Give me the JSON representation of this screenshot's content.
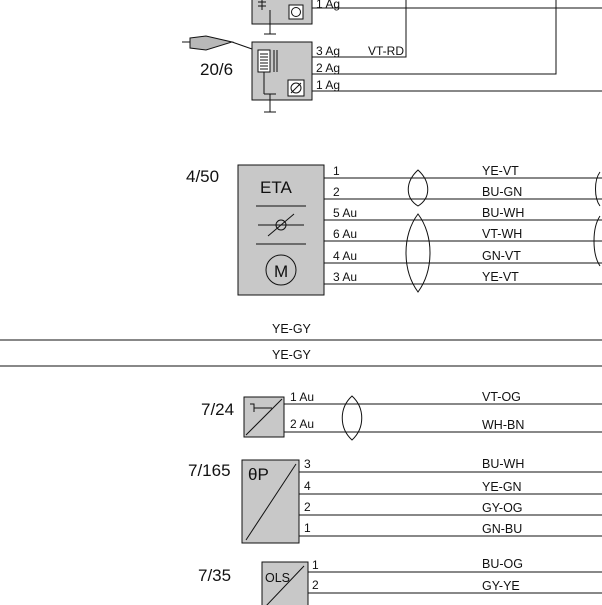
{
  "relay": {
    "label": "20/6",
    "top_pins": [
      "1 Ag"
    ],
    "pins": [
      "3 Ag",
      "2 Ag",
      "1 Ag"
    ],
    "wire": "VT-RD"
  },
  "eta": {
    "label": "4/50",
    "box_text": "ETA",
    "motor_text": "M",
    "pins": [
      "1",
      "2",
      "5 Au",
      "6 Au",
      "4 Au",
      "3 Au"
    ],
    "wires": [
      "YE-VT",
      "BU-GN",
      "BU-WH",
      "VT-WH",
      "GN-VT",
      "YE-VT"
    ]
  },
  "bus": {
    "lines": [
      "YE-GY",
      "YE-GY"
    ]
  },
  "sensor_7_24": {
    "label": "7/24",
    "pins": [
      "1 Au",
      "2 Au"
    ],
    "wires": [
      "VT-OG",
      "WH-BN"
    ]
  },
  "sensor_7_165": {
    "label": "7/165",
    "box_text": "θP",
    "pins": [
      "3",
      "4",
      "2",
      "1"
    ],
    "wires": [
      "BU-WH",
      "YE-GN",
      "GY-OG",
      "GN-BU"
    ]
  },
  "sensor_7_35": {
    "label": "7/35",
    "box_text": "OLS",
    "pins": [
      "1",
      "2"
    ],
    "wires": [
      "BU-OG",
      "GY-YE"
    ]
  }
}
